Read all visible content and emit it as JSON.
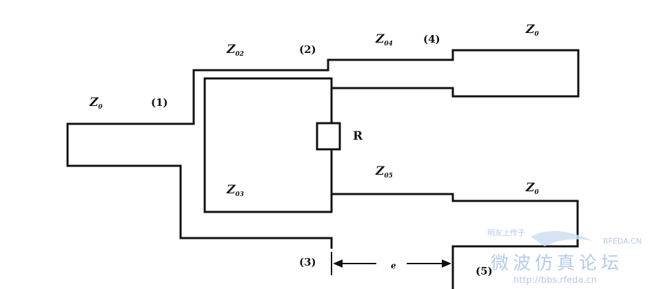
{
  "labels": {
    "z0_left": {
      "main": "Z",
      "sub": "0"
    },
    "z02_top": {
      "main": "Z",
      "sub": "02"
    },
    "z04_top": {
      "main": "Z",
      "sub": "04"
    },
    "z0_top_right": {
      "main": "Z",
      "sub": "0"
    },
    "z03_bottom": {
      "main": "Z",
      "sub": "03"
    },
    "z05_bottom": {
      "main": "Z",
      "sub": "05"
    },
    "z0_bottom_right": {
      "main": "Z",
      "sub": "0"
    },
    "node1": "(1)",
    "node2": "(2)",
    "node3": "(3)",
    "node4": "(4)",
    "node5": "(5)",
    "resistor": "R",
    "length": "e"
  },
  "watermark": {
    "line1": "明友上传于",
    "line2": "RFEDA.CN",
    "line3": "微波仿真论坛",
    "line4": "http://bbs.rfeda.cn"
  },
  "colors": {
    "line": "#111111",
    "watermark": "#a8c2e6"
  }
}
